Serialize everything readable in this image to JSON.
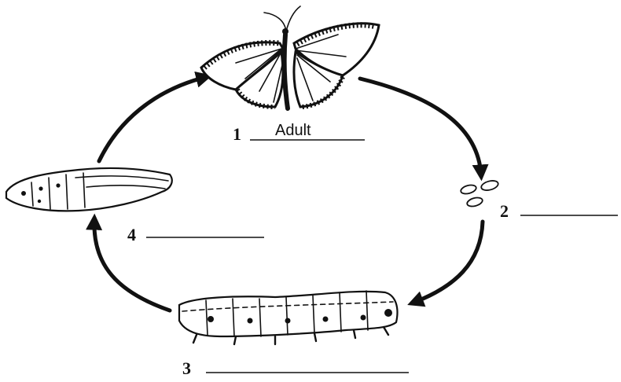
{
  "stages": [
    {
      "number": "1",
      "answer": "Adult",
      "illustration": "butterfly-icon"
    },
    {
      "number": "2",
      "answer": "",
      "illustration": "eggs-icon"
    },
    {
      "number": "3",
      "answer": "",
      "illustration": "caterpillar-icon"
    },
    {
      "number": "4",
      "answer": "",
      "illustration": "chrysalis-icon"
    }
  ]
}
